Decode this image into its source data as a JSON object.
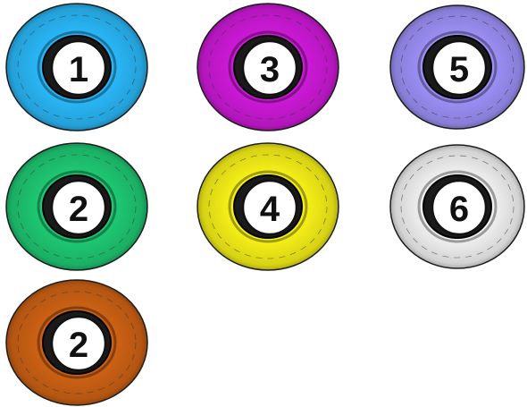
{
  "rings": [
    {
      "label": "1",
      "color": "#29b6f6"
    },
    {
      "label": "3",
      "color": "#cc19d6"
    },
    {
      "label": "5",
      "color": "#9b8ff5"
    },
    {
      "label": "2",
      "color": "#1ec772"
    },
    {
      "label": "4",
      "color": "#f5ef17"
    },
    {
      "label": "6",
      "color": "#f0f0f0"
    },
    {
      "label": "2",
      "color": "#cc6114"
    }
  ]
}
